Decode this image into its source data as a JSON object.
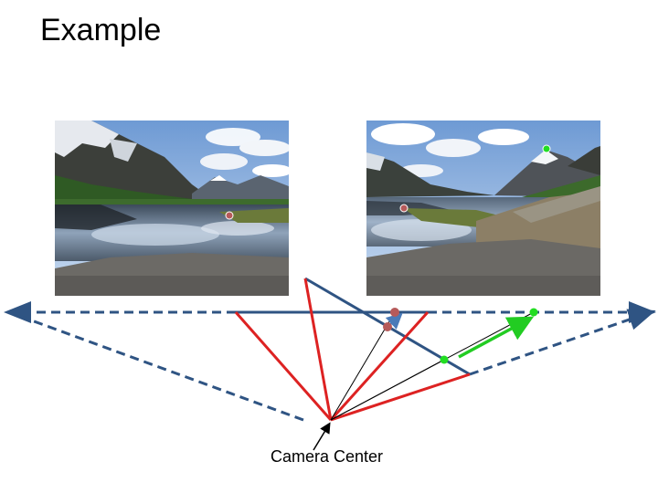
{
  "slide": {
    "title": "Example"
  },
  "diagram": {
    "caption": "Camera Center",
    "colors": {
      "image_plane_1": "#2f5483",
      "image_plane_2": "#2f5483",
      "extended_plane": "#2f5483",
      "view_frustum": "#dd2222",
      "projection_ray": "#000000",
      "point_marker_red": "#b65a5a",
      "point_marker_green": "#22dd22",
      "motion_arrow": "#22cc22",
      "small_arrow": "#4a7ab8"
    }
  },
  "images": {
    "left_photo": {
      "scene": "mountain-lake-reflection"
    },
    "right_photo": {
      "scene": "mountain-lake-road"
    }
  }
}
